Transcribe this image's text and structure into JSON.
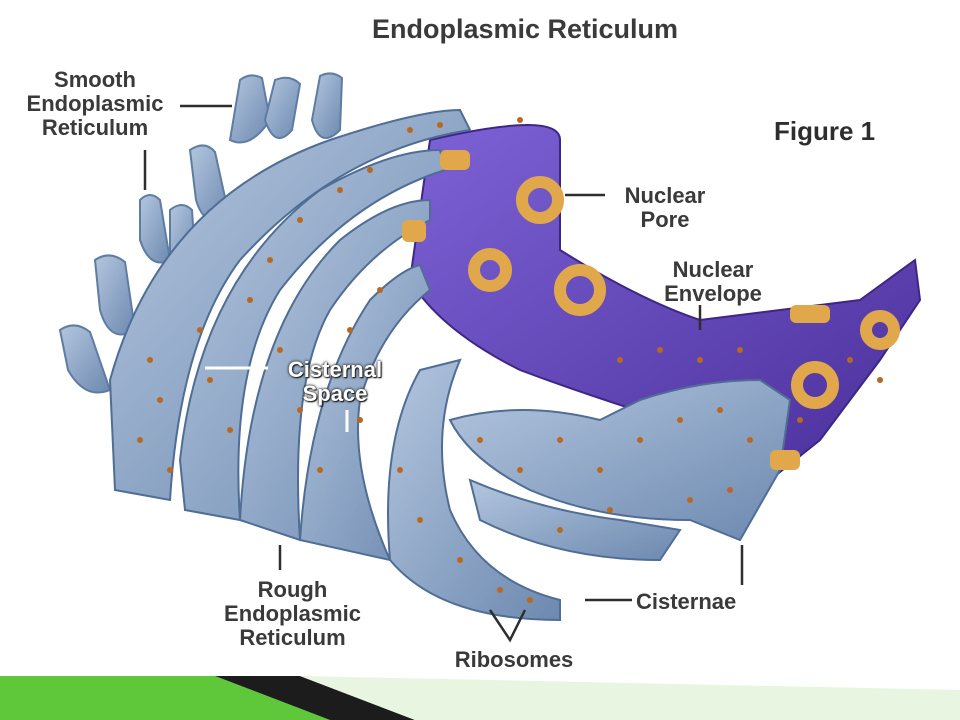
{
  "diagram": {
    "title": "Endoplasmic Reticulum",
    "figure_label": "Figure 1",
    "labels": {
      "smooth_er": [
        "Smooth",
        "Endoplasmic",
        "Reticulum"
      ],
      "nuclear_pore": [
        "Nuclear",
        "Pore"
      ],
      "nuclear_envelope": [
        "Nuclear",
        "Envelope"
      ],
      "cisternal_space": [
        "Cisternal",
        "Space"
      ],
      "rough_er": [
        "Rough",
        "Endoplasmic",
        "Reticulum"
      ],
      "cisternae": "Cisternae",
      "ribosomes": "Ribosomes"
    }
  },
  "colors": {
    "er_fill": "#8fa8c8",
    "er_dark": "#5f7ca3",
    "nucleus": "#6a4fc0",
    "nucleus_dark": "#4a2f9a",
    "ribosome": "#b8691f",
    "pore": "#e0a84a",
    "accent_green": "#5fc83a"
  }
}
